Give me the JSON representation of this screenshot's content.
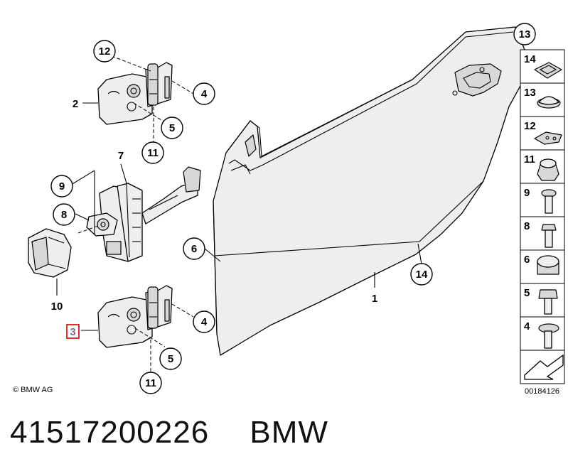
{
  "callouts": {
    "c1": "1",
    "c2": "2",
    "c3": "3",
    "c4a": "4",
    "c4b": "4",
    "c5a": "5",
    "c5b": "5",
    "c6": "6",
    "c7": "7",
    "c8": "8",
    "c9": "9",
    "c10": "10",
    "c11a": "11",
    "c11b": "11",
    "c12": "12",
    "c13": "13",
    "c14": "14"
  },
  "highlighted_callout": "3",
  "highlight_color": "#e03030",
  "legend": [
    "14",
    "13",
    "12",
    "11",
    "9",
    "8",
    "6",
    "5",
    "4"
  ],
  "copyright": "© BMW AG",
  "drawing_number": "00184126",
  "footer": {
    "part_number": "41517200226",
    "brand": "BMW"
  }
}
